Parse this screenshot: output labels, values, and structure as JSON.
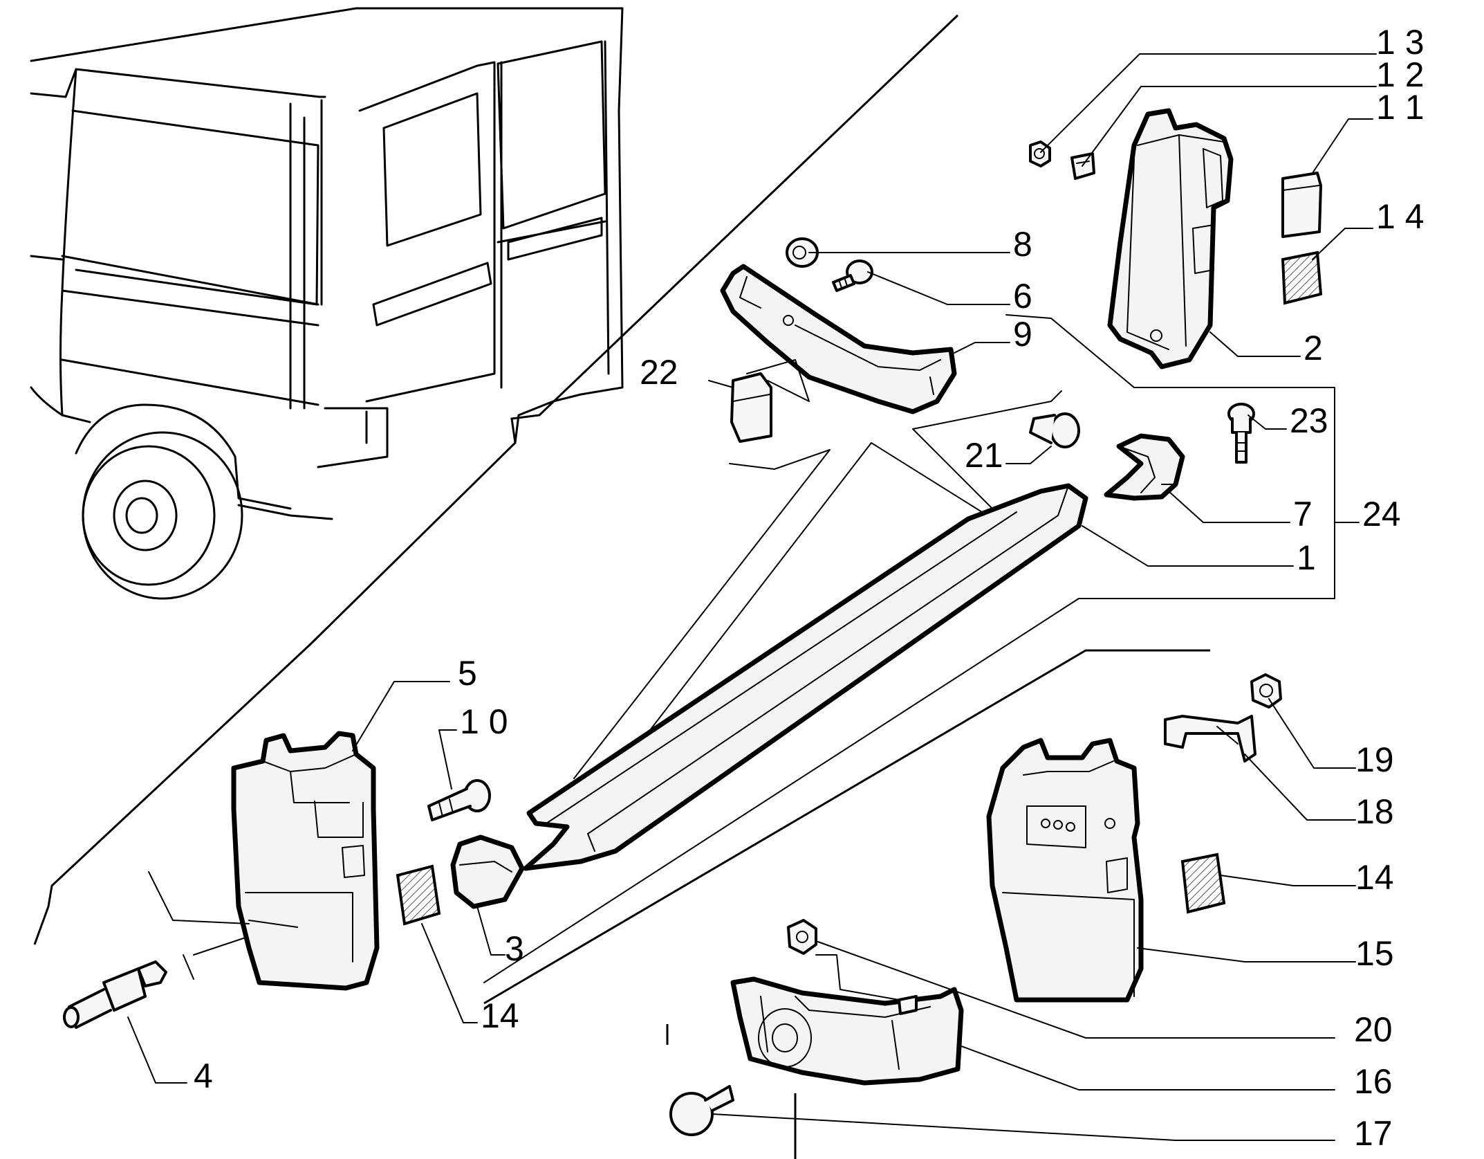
{
  "diagram": {
    "callouts": [
      {
        "id": "13",
        "text": "1 3"
      },
      {
        "id": "12",
        "text": "1 2"
      },
      {
        "id": "11",
        "text": "1 1"
      },
      {
        "id": "14a",
        "text": "1 4"
      },
      {
        "id": "8",
        "text": "8"
      },
      {
        "id": "6",
        "text": "6"
      },
      {
        "id": "9",
        "text": "9"
      },
      {
        "id": "2",
        "text": "2"
      },
      {
        "id": "22",
        "text": "22"
      },
      {
        "id": "23",
        "text": "23"
      },
      {
        "id": "21",
        "text": "21"
      },
      {
        "id": "7",
        "text": "7"
      },
      {
        "id": "24",
        "text": "24"
      },
      {
        "id": "1",
        "text": "1"
      },
      {
        "id": "5",
        "text": "5"
      },
      {
        "id": "10",
        "text": "1 0"
      },
      {
        "id": "19",
        "text": "19"
      },
      {
        "id": "18",
        "text": "18"
      },
      {
        "id": "14b",
        "text": "14"
      },
      {
        "id": "3",
        "text": "3"
      },
      {
        "id": "15",
        "text": "15"
      },
      {
        "id": "14c",
        "text": "14"
      },
      {
        "id": "20",
        "text": "20"
      },
      {
        "id": "4",
        "text": "4"
      },
      {
        "id": "16",
        "text": "16"
      },
      {
        "id": "17",
        "text": "17"
      }
    ]
  }
}
